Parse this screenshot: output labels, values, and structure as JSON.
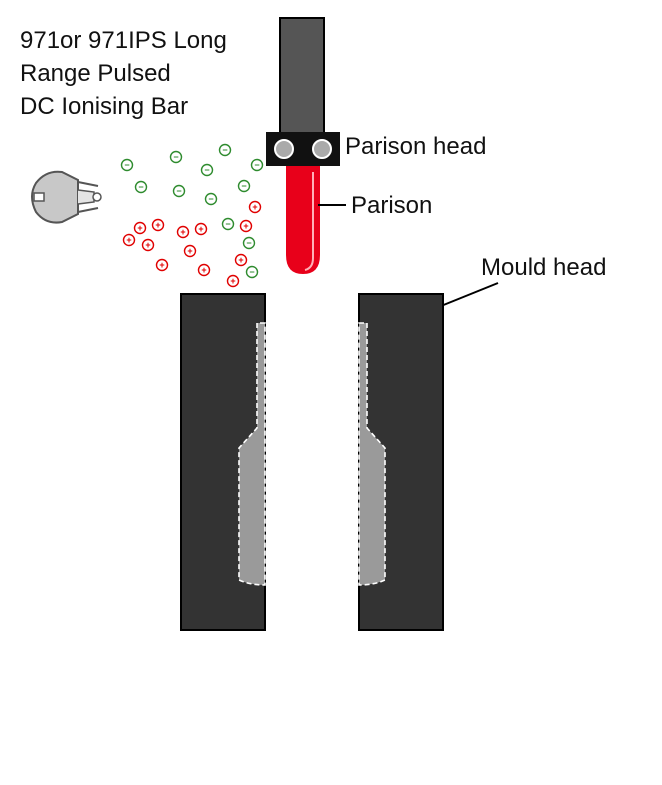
{
  "labels": {
    "bar_line1": "971or 971IPS Long",
    "bar_line2": "Range Pulsed",
    "bar_line3": "DC Ionising Bar",
    "parison_head": "Parison head",
    "parison": "Parison",
    "mould_head": "Mould head"
  },
  "ion_symbols": {
    "negative": "−",
    "positive": "+"
  },
  "colors": {
    "bar": "#555555",
    "head_block": "#111111",
    "nozzle": "#aaaaaa",
    "parison": "#e8001a",
    "mould": "#333333",
    "cavity": "#9a9a9a",
    "negative_ion": "#2e8b2e",
    "positive_ion": "#e00000",
    "outline": "#000000"
  },
  "icons": {
    "blower": "air-blower-icon"
  }
}
